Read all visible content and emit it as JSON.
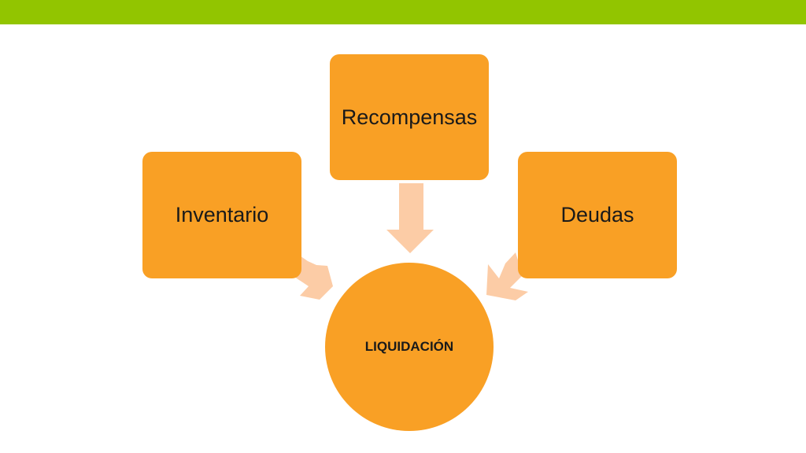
{
  "colors": {
    "top_band": "#92c500",
    "node_fill": "#f9a025",
    "arrow_fill": "#fccca6",
    "text": "#1a1a1a"
  },
  "diagram": {
    "center": {
      "label": "LIQUIDACIÓN"
    },
    "nodes": [
      {
        "id": "inventario",
        "label": "Inventario"
      },
      {
        "id": "recompensas",
        "label": "Recompensas"
      },
      {
        "id": "deudas",
        "label": "Deudas"
      }
    ],
    "edges": [
      {
        "from": "inventario",
        "to": "center"
      },
      {
        "from": "recompensas",
        "to": "center"
      },
      {
        "from": "deudas",
        "to": "center"
      }
    ]
  }
}
